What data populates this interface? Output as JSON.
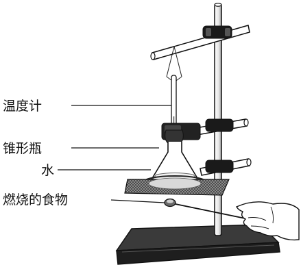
{
  "labels": {
    "thermometer": "温度计",
    "flask": "锥形瓶",
    "water": "水",
    "burning_food": "燃烧的食物"
  },
  "colors": {
    "ink": "#111111",
    "base": "#2b2b2b",
    "clamp": "#222222",
    "gauze": "#6e6e6e"
  }
}
